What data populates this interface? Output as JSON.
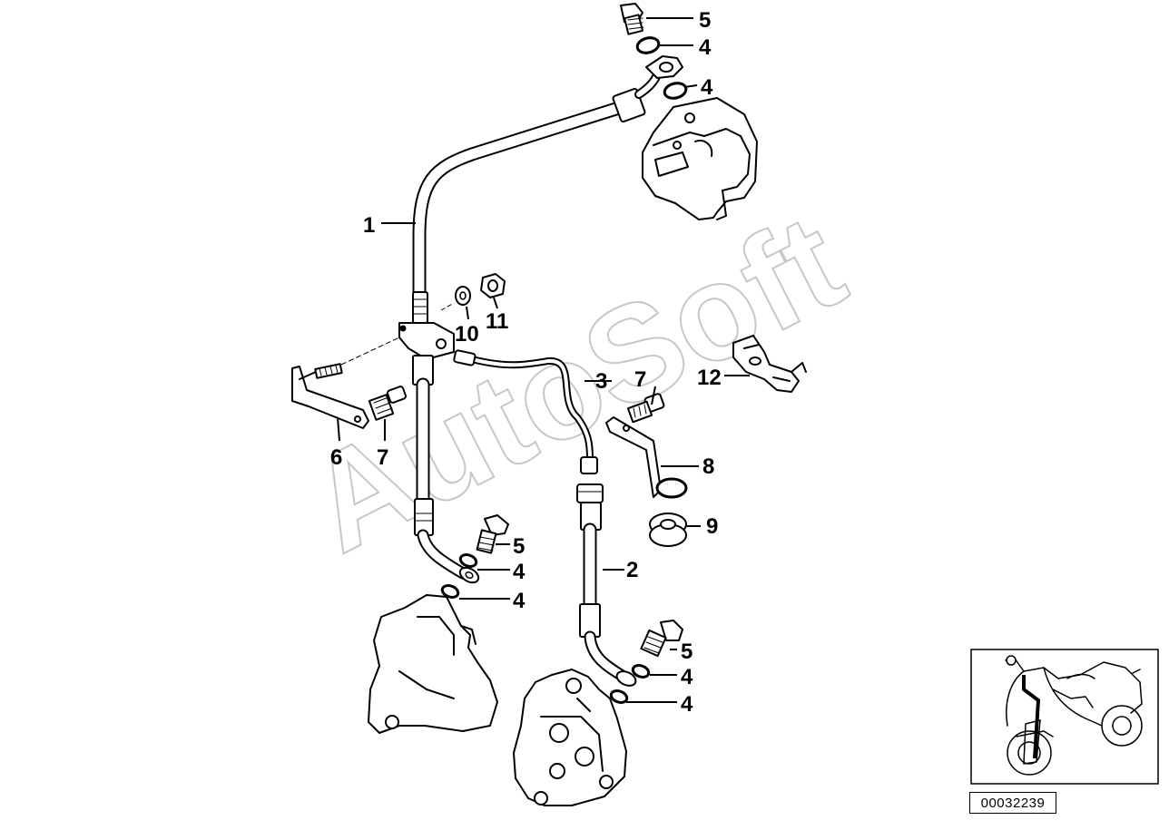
{
  "diagram": {
    "id_code": "00032239",
    "watermark": "AutoSoft",
    "callouts": [
      {
        "part": "hose-1",
        "label": "1"
      },
      {
        "part": "hose-2",
        "label": "2"
      },
      {
        "part": "hose-3",
        "label": "3"
      },
      {
        "part": "top-bolt",
        "label": "5"
      },
      {
        "part": "top-seal-a",
        "label": "4"
      },
      {
        "part": "top-seal-b",
        "label": "4"
      },
      {
        "part": "washer",
        "label": "10"
      },
      {
        "part": "nut",
        "label": "11"
      },
      {
        "part": "bracket-left",
        "label": "6"
      },
      {
        "part": "screw-left",
        "label": "7"
      },
      {
        "part": "screw-right",
        "label": "7"
      },
      {
        "part": "bracket-right",
        "label": "8"
      },
      {
        "part": "grommet",
        "label": "9"
      },
      {
        "part": "clip",
        "label": "12"
      },
      {
        "part": "left-bolt",
        "label": "5"
      },
      {
        "part": "left-seal-a",
        "label": "4"
      },
      {
        "part": "left-seal-b",
        "label": "4"
      },
      {
        "part": "right-bolt",
        "label": "5"
      },
      {
        "part": "right-seal-a",
        "label": "4"
      },
      {
        "part": "right-seal-b",
        "label": "4"
      }
    ]
  }
}
